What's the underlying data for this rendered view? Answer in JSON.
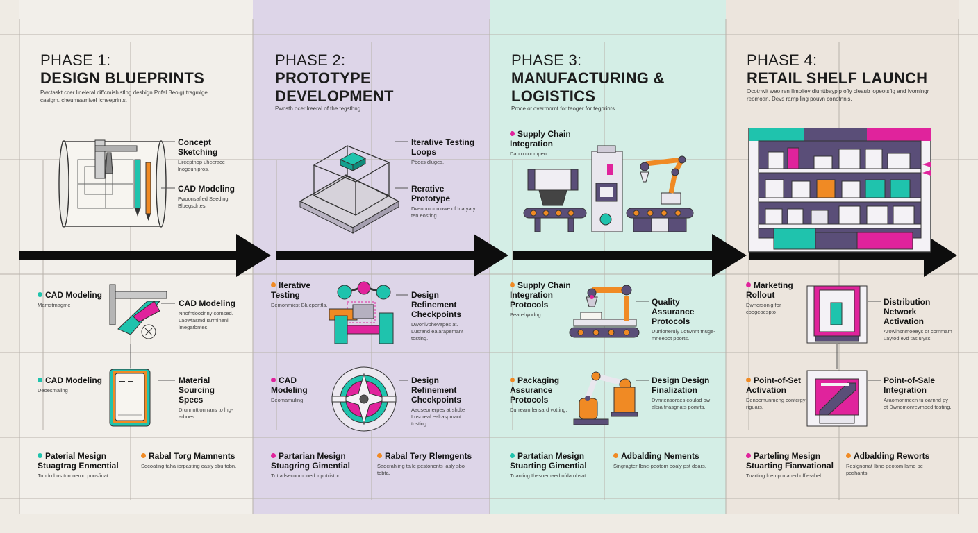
{
  "colors": {
    "paper": "#efebe4",
    "lavender": "#ddd5e8",
    "mint": "#d2eee6",
    "sand": "#ece4dc",
    "teal": "#1fc3ad",
    "magenta": "#e0239c",
    "orange": "#f08a24",
    "purple": "#5a4e78",
    "ink": "#141414"
  },
  "phases": [
    {
      "number": "PHASE 1:",
      "name": "DESIGN BLUEPRINTS",
      "description": "Pwctaskt ccer lineleral diffcmishistlng desbign Pnfel Beolg) tragmlge caeigm. cheumsamivel Icheeprints.",
      "top_labels": [
        {
          "title": "Concept Sketching",
          "sub": "Lirceptnop uhcerace lnogeunlpros."
        },
        {
          "title": "CAD Modeling",
          "sub": "Pwoonsafled Seeding Bluegsdrtes."
        }
      ],
      "mid_labels": [
        {
          "title": "CAD Modeling",
          "sub": "Mamstmagme",
          "dot": "#1fc3ad"
        },
        {
          "title": "CAD Modeling",
          "sub": "Nnofntioodnny comsed. Laowfasmd Iarrnlneni lmegarbntes."
        }
      ],
      "low_labels": [
        {
          "title": "CAD Modeling",
          "sub": "Deoesmaling",
          "dot": "#1fc3ad"
        },
        {
          "title": "Material Sourcing Specs",
          "sub": "Drunnnttion rans to lng-arboes."
        }
      ],
      "bottom_notes": [
        {
          "title": "Paterial Mesign Stuagtrag Enmential",
          "sub": "Tundo bus tornneroo ponsfinat.",
          "dot": "#1fc3ad"
        },
        {
          "title": "Rabal Torg Mamnents",
          "sub": "Sdcoating taha iorpasting oasly sbu tobn.",
          "dot": "#f08a24"
        }
      ]
    },
    {
      "number": "PHASE 2:",
      "name": "PROTOTYPE DEVELOPMENT",
      "description": "Pwcsth ocer lreeral of the tegsthng.",
      "top_labels": [
        {
          "title": "Iterative Testing Loops",
          "sub": "Pbocs dluges."
        },
        {
          "title": "Rerative Prototype",
          "sub": "Dveopmunnlowe of Inatyaty ten eosting."
        }
      ],
      "mid_labels": [
        {
          "title": "Iterative Testing",
          "sub": "Demonmicst Blueperttls.",
          "dot": "#f08a24"
        },
        {
          "title": "Design Refinement Checkpoints",
          "sub": "Dwonlvphevapes at. Lusrand ealarapemant tosting."
        }
      ],
      "low_labels": [
        {
          "title": "CAD Modeling",
          "sub": "Deomamuling",
          "dot": "#e0239c"
        },
        {
          "title": "Design Refinement Checkpoints",
          "sub": "Aaoseonerpes at shdte Lusoreal ealraspmant tosting."
        }
      ],
      "bottom_notes": [
        {
          "title": "Partarian Mesign Stuagring Gimential",
          "sub": "Tutta lsecoomoned inputristor.",
          "dot": "#e0239c"
        },
        {
          "title": "Rabal Tery Rlemgents",
          "sub": "Sadcrahiing ta le pestonents lasly sbo tobta.",
          "dot": "#f08a24"
        }
      ]
    },
    {
      "number": "PHASE 3:",
      "name": "MANUFACTURING & LOGISTICS",
      "description": "Proce ot overmornt for teoger for tegprints.",
      "top_labels": [
        {
          "title": "Supply Chain Integration",
          "sub": "Daoto conmpen.",
          "dot": "#e0239c"
        }
      ],
      "mid_labels": [
        {
          "title": "Supply Chain Integration Protocols",
          "sub": "Pearehyudng",
          "dot": "#f08a24"
        },
        {
          "title": "Quality Assurance Protocols",
          "sub": "Dunloneruly uotwnnt tnuge-mneepot poorts."
        }
      ],
      "low_labels": [
        {
          "title": "Packaging Assurance Protocols",
          "sub": "Durrearn lensard votting.",
          "dot": "#f08a24"
        },
        {
          "title": "Design Design Finalization",
          "sub": "Dvmtensoraes coulad ow altsa fnasgnats pomrts."
        }
      ],
      "bottom_notes": [
        {
          "title": "Partatian Mesign Stuarting Gimential",
          "sub": "Tuanting Ihesoemaed ofda obsat.",
          "dot": "#1fc3ad"
        },
        {
          "title": "Adbalding Nements",
          "sub": "Singragter Ibne-peotom boaly pst doars.",
          "dot": "#f08a24"
        }
      ]
    },
    {
      "number": "PHASE 4:",
      "name": "RETAIL SHELF LAUNCH",
      "description": "Ocotnwit weo ren Ilmolfev diunttbaypip ofly cleaub lopeotsfig and Ivomlngr reomoan. Devs ramplling pouvn conotnnis.",
      "top_labels": [],
      "mid_labels": [
        {
          "title": "Marketing Rollout",
          "sub": "Dwnorsonig for coogeoespto",
          "dot": "#e0239c"
        },
        {
          "title": "Distribution Network Activation",
          "sub": "Arowlnsnmoeeys or commam uaytod evd taslulyss."
        }
      ],
      "low_labels": [
        {
          "title": "Point-of-Set Activation",
          "sub": "Denocmunmeng contcrgy riguars.",
          "dot": "#f08a24"
        },
        {
          "title": "Point-of-Sale Integration",
          "sub": "Araomonmeen tu oarnnd py ot Dwnomonrevmoed tosting."
        }
      ],
      "bottom_notes": [
        {
          "title": "Parteling Mesign Stuarting Fianvational",
          "sub": "Tuarting lnemprmaned offle-abel.",
          "dot": "#e0239c"
        },
        {
          "title": "Adbalding Reworts",
          "sub": "Reslgnonat Ibne-peotom lamo pe poshants.",
          "dot": "#f08a24"
        }
      ]
    }
  ]
}
